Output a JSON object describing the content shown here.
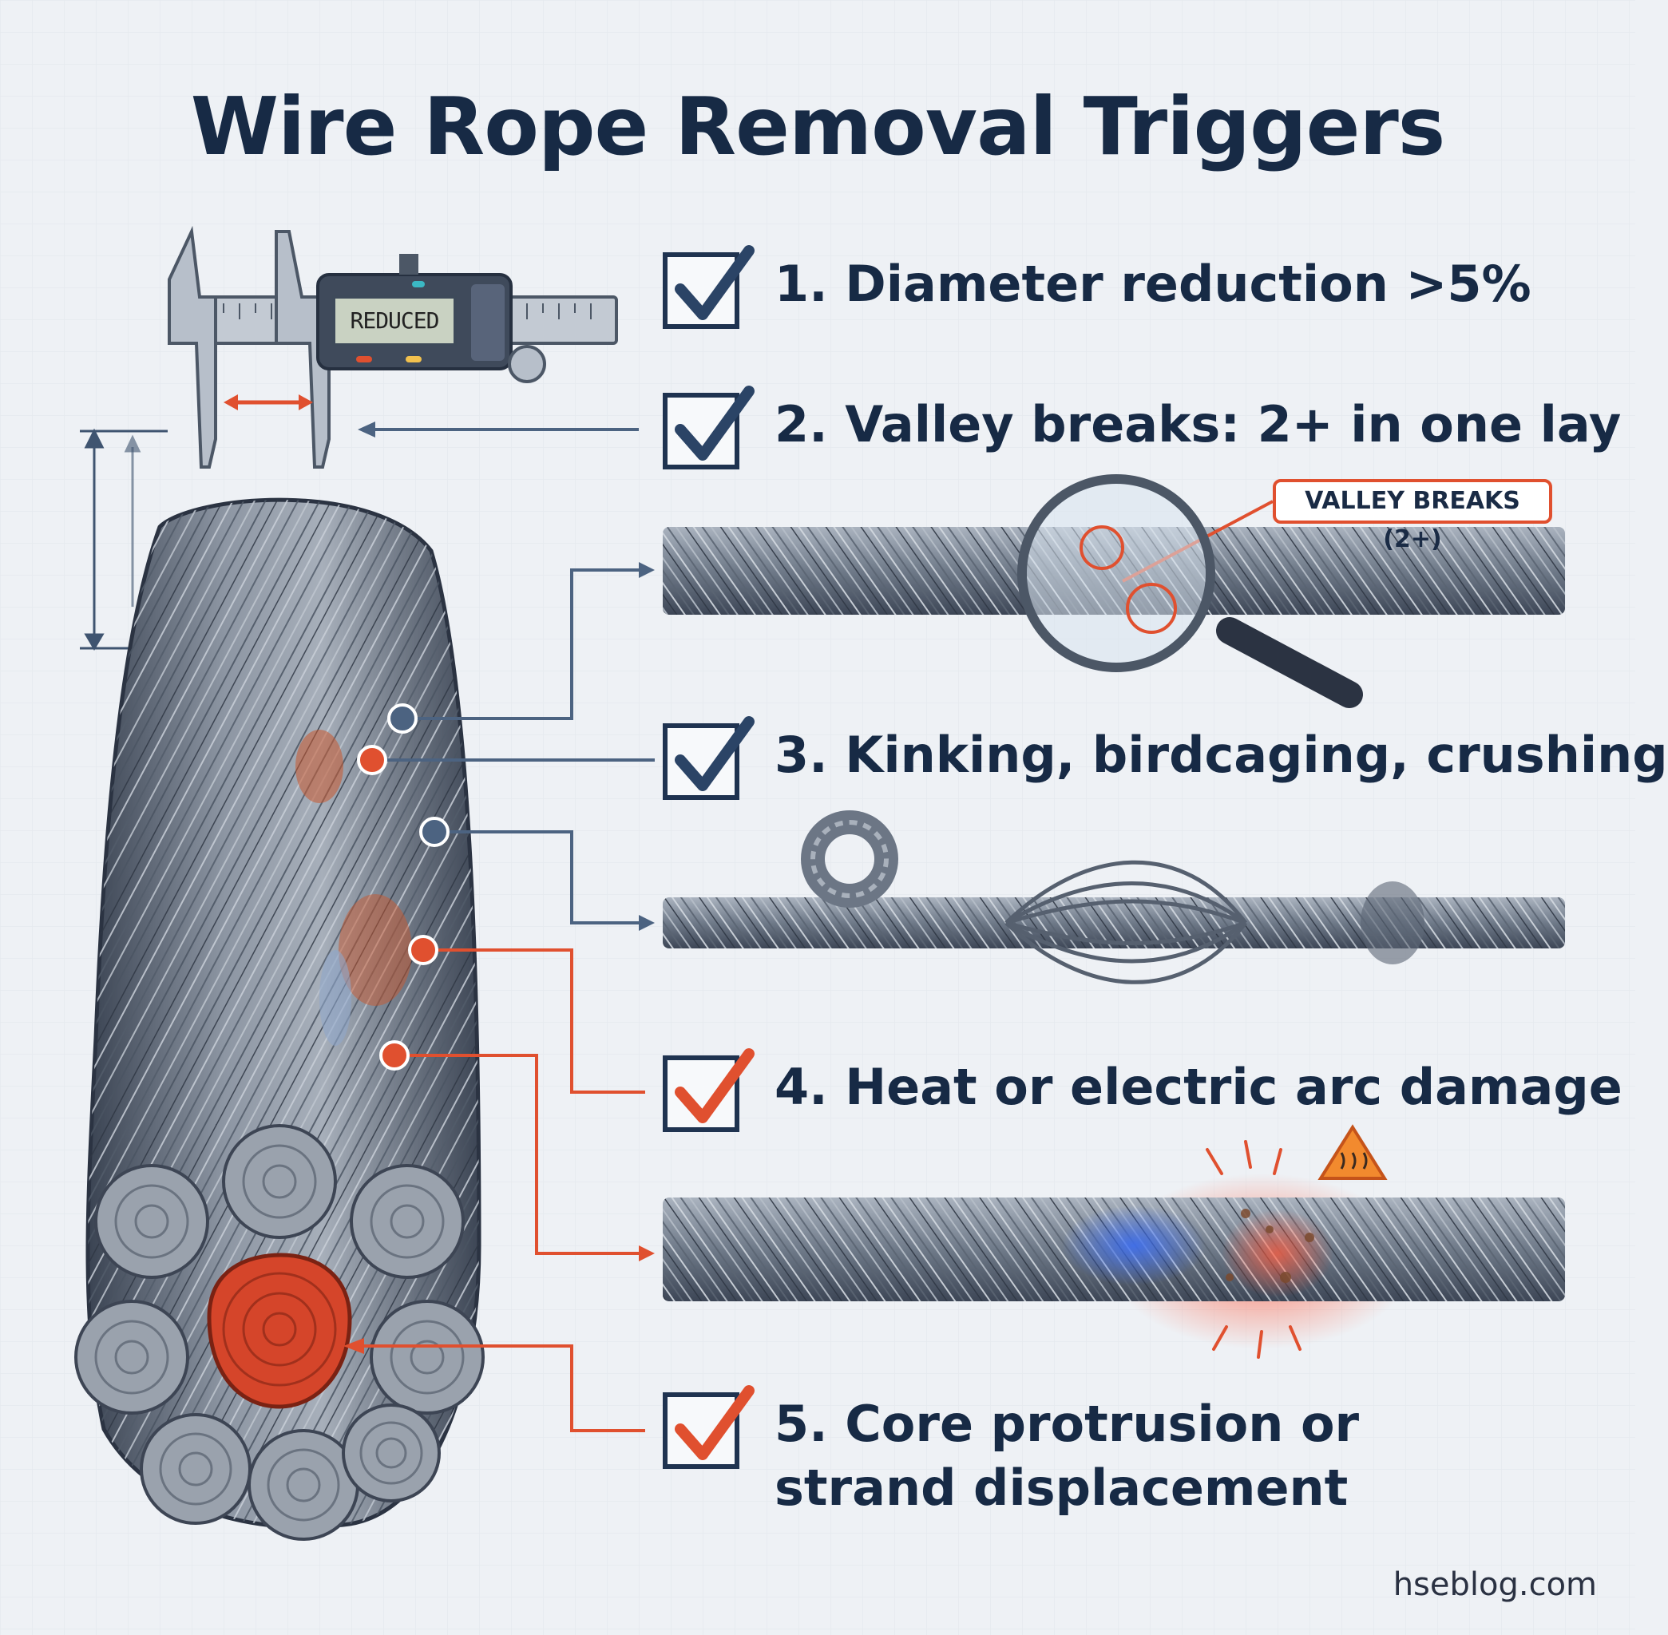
{
  "title": "Wire Rope Removal Triggers",
  "caliper": {
    "display_text": "REDUCED"
  },
  "triggers": [
    {
      "label": "1. Diameter reduction >5%",
      "check_color": "#2b4466"
    },
    {
      "label": "2. Valley breaks: 2+ in one lay",
      "check_color": "#2b4466"
    },
    {
      "label": "3. Kinking, birdcaging, crushing",
      "check_color": "#2b4466"
    },
    {
      "label": "4. Heat or electric arc damage",
      "check_color": "#e0502f"
    },
    {
      "label": "5. Core protrusion or strand displacement",
      "check_color": "#e0502f"
    }
  ],
  "callout": {
    "valley_breaks": "VALLEY BREAKS (2+)"
  },
  "icons": {
    "check": "check-icon",
    "magnifier": "magnifier-icon",
    "heat_warning": "heat-warning-icon",
    "caliper": "caliper-icon"
  },
  "colors": {
    "navy": "#172a45",
    "accent_orange": "#e0502f",
    "steel": "#7d8796",
    "background": "#eef1f5"
  },
  "credit": "hseblog.com"
}
